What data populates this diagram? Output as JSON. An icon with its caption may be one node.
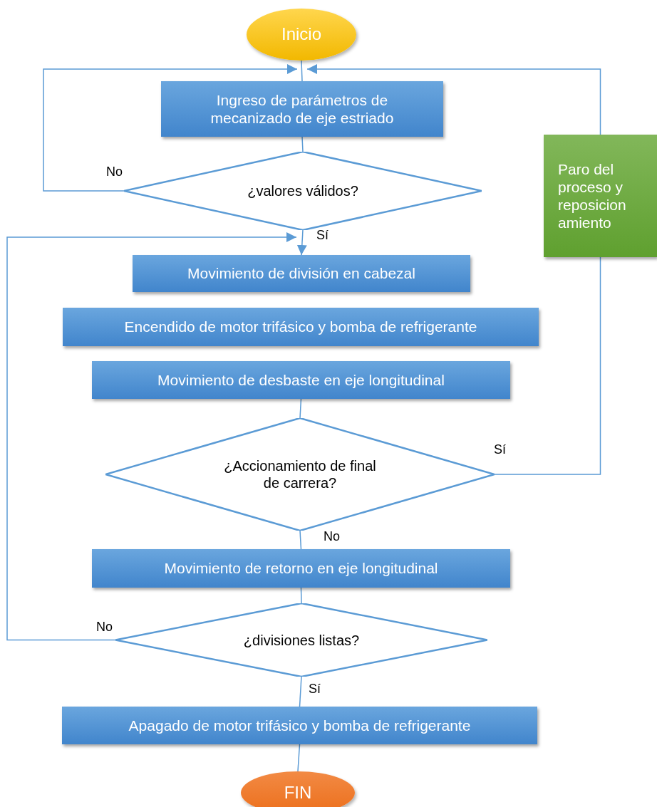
{
  "diagram": {
    "nodes": [
      {
        "text": [
          "Inicio"
        ]
      },
      {
        "text": [
          "Ingreso de parámetros de mecanizado de eje estriado"
        ]
      },
      {
        "text": [
          "¿valores válidos?"
        ]
      },
      {
        "text": [
          "Paro del proceso y reposicion amiento"
        ]
      },
      {
        "text": [
          "Movimiento de división en cabezal"
        ]
      },
      {
        "text": [
          "Encendido de motor trifásico y bomba de refrigerante"
        ]
      },
      {
        "text": [
          "Movimiento de desbaste en eje longitudinal"
        ]
      },
      {
        "text": [
          "¿Accionamiento de final de carrera?"
        ]
      },
      {
        "text": [
          "Movimiento de retorno en eje longitudinal"
        ]
      },
      {
        "text": [
          "¿divisiones listas?"
        ]
      },
      {
        "text": [
          "Apagado de motor trifásico y bomba de refrigerante"
        ]
      },
      {
        "text": [
          "FIN"
        ]
      }
    ],
    "edges": [
      {
        "from": 0,
        "to": 1,
        "arrow": "none"
      },
      {
        "from": 1,
        "to": 2,
        "arrow": "none"
      },
      {
        "from": 2,
        "to": 1,
        "arrow": "to",
        "label": "No"
      },
      {
        "from": 2,
        "to": 4,
        "arrow": "to",
        "label": "Sí"
      },
      {
        "from": 6,
        "to": 7,
        "arrow": "none"
      },
      {
        "from": 7,
        "to": 3,
        "arrow": "none",
        "label": "Sí"
      },
      {
        "from": 3,
        "to": 1,
        "arrow": "to"
      },
      {
        "from": 7,
        "to": 8,
        "arrow": "none",
        "label": "No"
      },
      {
        "from": 8,
        "to": 9,
        "arrow": "none"
      },
      {
        "from": 9,
        "to": 4,
        "arrow": "to",
        "label": "No"
      },
      {
        "from": 9,
        "to": 10,
        "arrow": "none",
        "label": "Sí"
      },
      {
        "from": 10,
        "to": 11,
        "arrow": "none"
      }
    ]
  }
}
